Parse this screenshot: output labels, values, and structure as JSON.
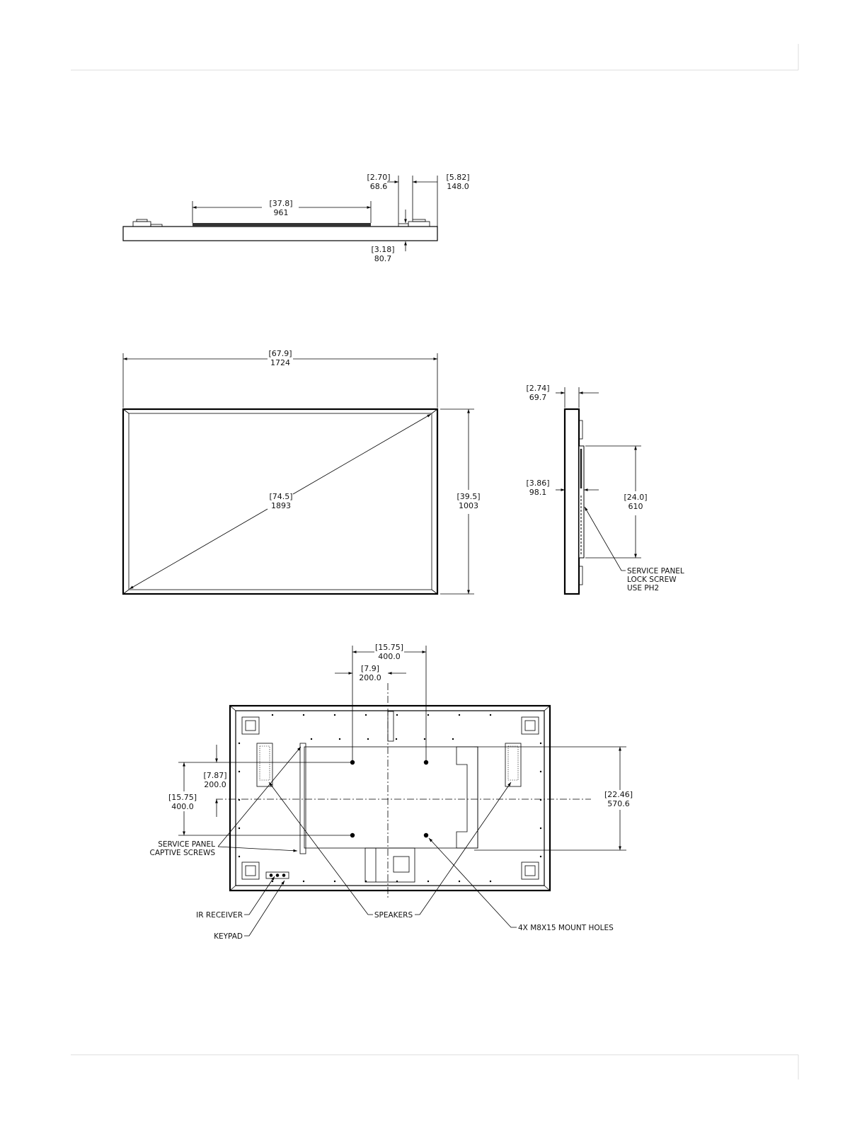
{
  "top_view": {
    "dim_speaker_width": {
      "in": "[37.8]",
      "mm": "961"
    },
    "dim_offset_a": {
      "in": "[2.70]",
      "mm": "68.6"
    },
    "dim_offset_b": {
      "in": "[5.82]",
      "mm": "148.0"
    },
    "dim_depth": {
      "in": "[3.18]",
      "mm": "80.7"
    }
  },
  "front_view": {
    "dim_width": {
      "in": "[67.9]",
      "mm": "1724"
    },
    "dim_diagonal": {
      "in": "[74.5]",
      "mm": "1893"
    },
    "dim_height": {
      "in": "[39.5]",
      "mm": "1003"
    }
  },
  "side_view": {
    "dim_top_depth": {
      "in": "[2.74]",
      "mm": "69.7"
    },
    "dim_body_depth": {
      "in": "[3.86]",
      "mm": "98.1"
    },
    "dim_panel_height": {
      "in": "[24.0]",
      "mm": "610"
    },
    "callout_lock_screw": [
      "SERVICE PANEL",
      "LOCK SCREW",
      "USE PH2"
    ]
  },
  "rear_view": {
    "dim_vesa_h": {
      "in": "[15.75]",
      "mm": "400.0"
    },
    "dim_vesa_half_h": {
      "in": "[7.9]",
      "mm": "200.0"
    },
    "dim_vesa_half_v": {
      "in": "[7.87]",
      "mm": "200.0"
    },
    "dim_vesa_v": {
      "in": "[15.75]",
      "mm": "400.0"
    },
    "dim_right_height": {
      "in": "[22.46]",
      "mm": "570.6"
    },
    "callout_captive_screws": [
      "SERVICE PANEL",
      "CAPTIVE SCREWS"
    ],
    "callout_ir": "IR RECEIVER",
    "callout_keypad": "KEYPAD",
    "callout_speakers": "SPEAKERS",
    "callout_mount_holes": "4X M8X15 MOUNT HOLES"
  }
}
